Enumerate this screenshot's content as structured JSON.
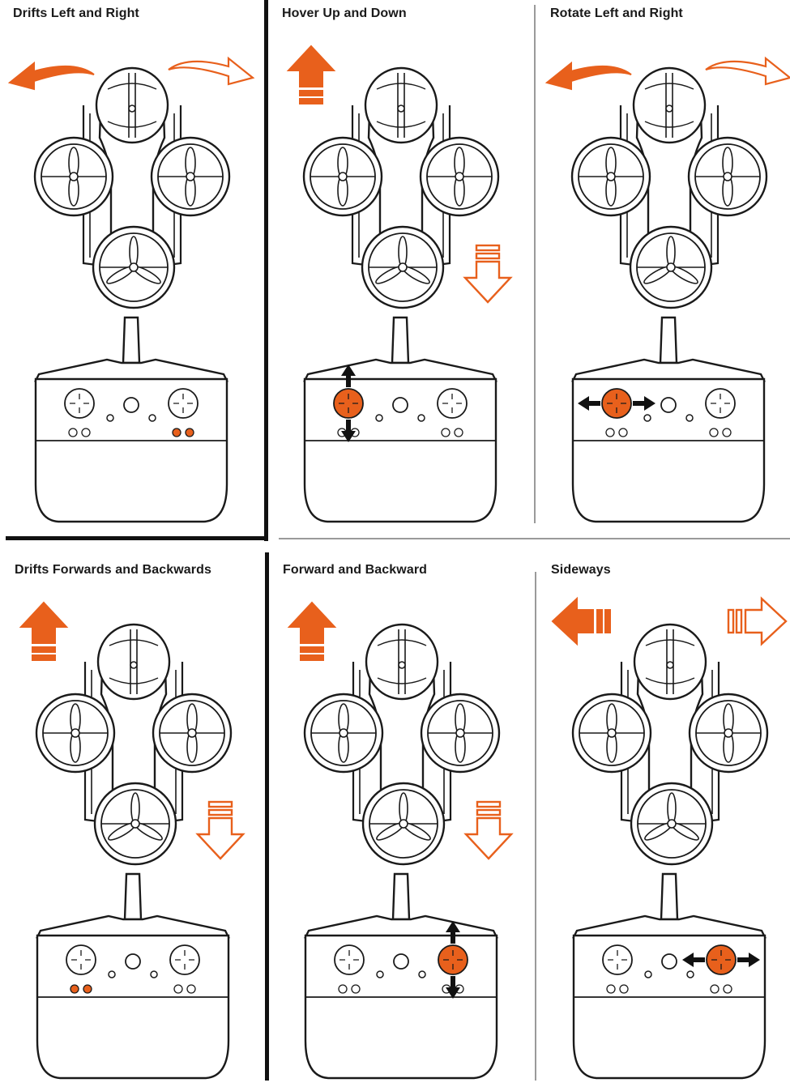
{
  "colors": {
    "accent": "#e8601c",
    "line": "#1a1a1a",
    "frame": "#111111"
  },
  "panels": [
    {
      "title": "Drifts Left and Right",
      "motion": "curved-left-right",
      "control": "dots-right"
    },
    {
      "title": "Hover Up and Down",
      "motion": "up-down",
      "control": "left-stick-vertical"
    },
    {
      "title": "Rotate Left and Right",
      "motion": "curved-left-right",
      "control": "left-stick-horizontal"
    },
    {
      "title": "Drifts Forwards and Backwards",
      "motion": "up-down",
      "control": "dots-left"
    },
    {
      "title": "Forward and Backward",
      "motion": "up-down",
      "control": "right-stick-vertical"
    },
    {
      "title": "Sideways",
      "motion": "left-right",
      "control": "right-stick-horizontal"
    }
  ]
}
